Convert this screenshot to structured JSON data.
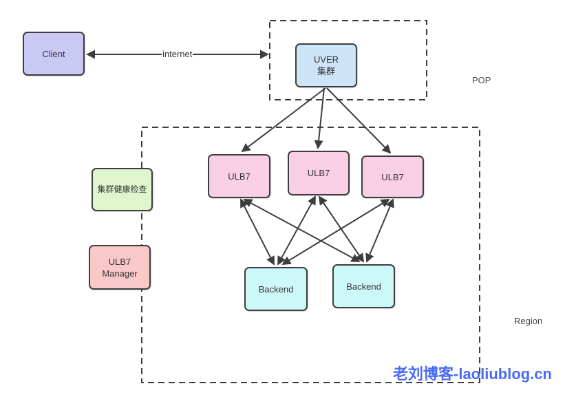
{
  "diagram": {
    "nodes": {
      "client": {
        "label": "Client",
        "fill": "#c9c9f3"
      },
      "uver": {
        "line1": "UVER",
        "line2": "集群",
        "fill": "#cde4f8"
      },
      "ulb7_a": {
        "label": "ULB7",
        "fill": "#f9cfe5"
      },
      "ulb7_b": {
        "label": "ULB7",
        "fill": "#f9cfe5"
      },
      "ulb7_c": {
        "label": "ULB7",
        "fill": "#f9cfe5"
      },
      "backend_a": {
        "label": "Backend",
        "fill": "#cdf8f8"
      },
      "backend_b": {
        "label": "Backend",
        "fill": "#cdf8f8"
      },
      "health_check": {
        "label": "集群健康检查",
        "fill": "#def5cd"
      },
      "ulb7_manager": {
        "line1": "ULB7",
        "line2": "Manager",
        "fill": "#f9c9c9"
      }
    },
    "groups": {
      "pop_label": "POP",
      "region_label": "Region"
    },
    "edge_labels": {
      "internet": "internet"
    },
    "watermark": {
      "text": "老刘博客-laoliublog.cn",
      "color": "#4a6bf3"
    },
    "line_color": "#3d3d3d"
  }
}
